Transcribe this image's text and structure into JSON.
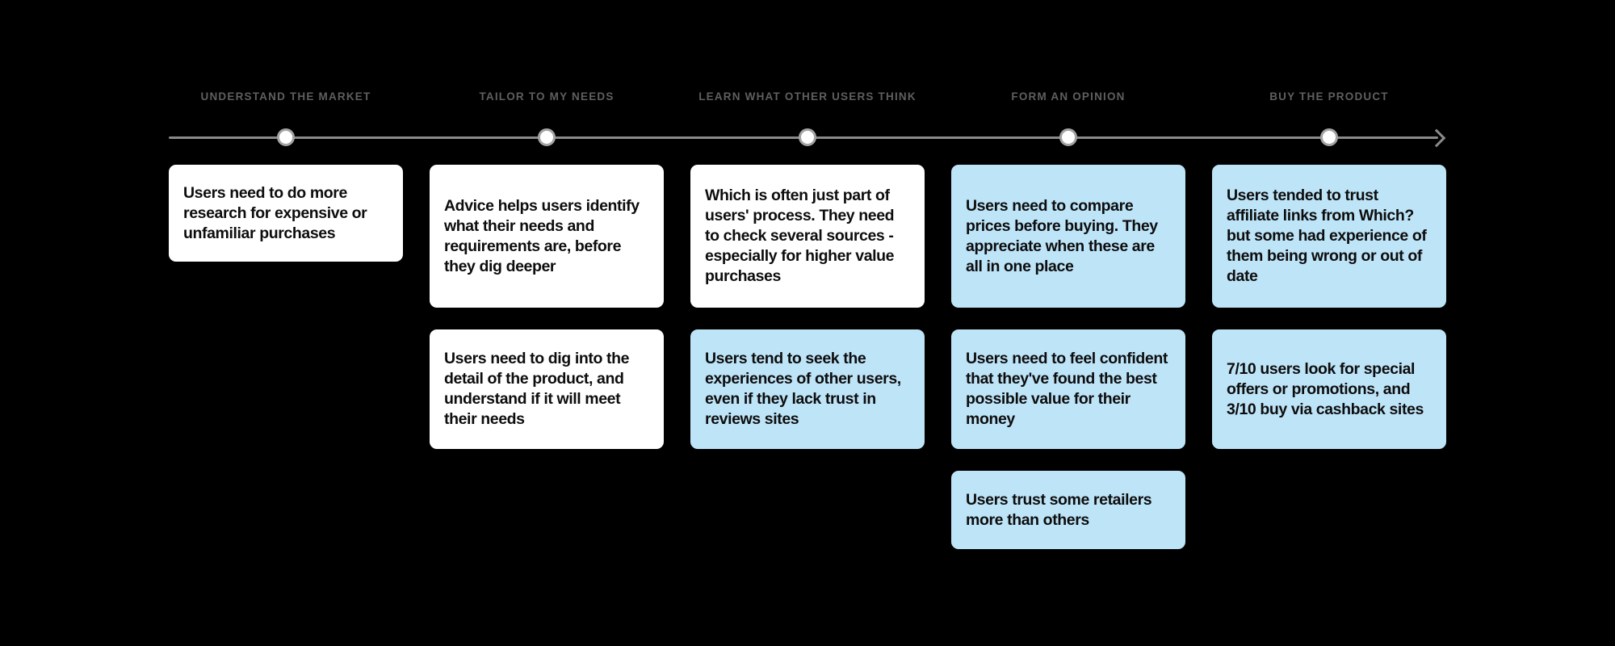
{
  "palette": {
    "background": "#000000",
    "card_white": "#ffffff",
    "card_blue": "#bee4f8",
    "card_text": "#0d0d0d",
    "stage_label_text": "#5f5f5f",
    "timeline_line": "#8a8a8a",
    "node_fill": "#ffffff",
    "node_border": "#a3a3a3"
  },
  "timeline": {
    "direction": "left-to-right",
    "node_count": 5
  },
  "stages": [
    {
      "label": "UNDERSTAND THE MARKET",
      "cards": [
        {
          "variant": "white",
          "text": "Users need to do more research for expensive or unfamiliar purchases"
        }
      ]
    },
    {
      "label": "TAILOR TO MY NEEDS",
      "cards": [
        {
          "variant": "white",
          "text": "Advice helps users identify what their needs and requirements are, before they dig deeper"
        },
        {
          "variant": "white",
          "text": "Users need to dig into the detail of the product, and understand if it will meet their needs"
        }
      ]
    },
    {
      "label": "LEARN WHAT OTHER USERS THINK",
      "cards": [
        {
          "variant": "white",
          "text": "Which is often just part of users' process. They need to check several sources - especially for higher value purchases"
        },
        {
          "variant": "blue",
          "text": "Users tend to seek the experiences of other users, even if they lack trust in reviews sites"
        }
      ]
    },
    {
      "label": "FORM AN OPINION",
      "cards": [
        {
          "variant": "blue",
          "text": "Users need to compare prices before buying. They appreciate when these are all in one place"
        },
        {
          "variant": "blue",
          "text": "Users need to feel confident that they've found the best possible value for their money"
        },
        {
          "variant": "blue",
          "text": "Users trust some retailers more than others"
        }
      ]
    },
    {
      "label": "BUY THE PRODUCT",
      "cards": [
        {
          "variant": "blue",
          "text": "Users tended to trust affiliate links from Which? but some had experience of them being wrong or out of date"
        },
        {
          "variant": "blue",
          "text": "7/10 users look for special offers or promotions, and 3/10 buy via cashback sites"
        }
      ]
    }
  ]
}
